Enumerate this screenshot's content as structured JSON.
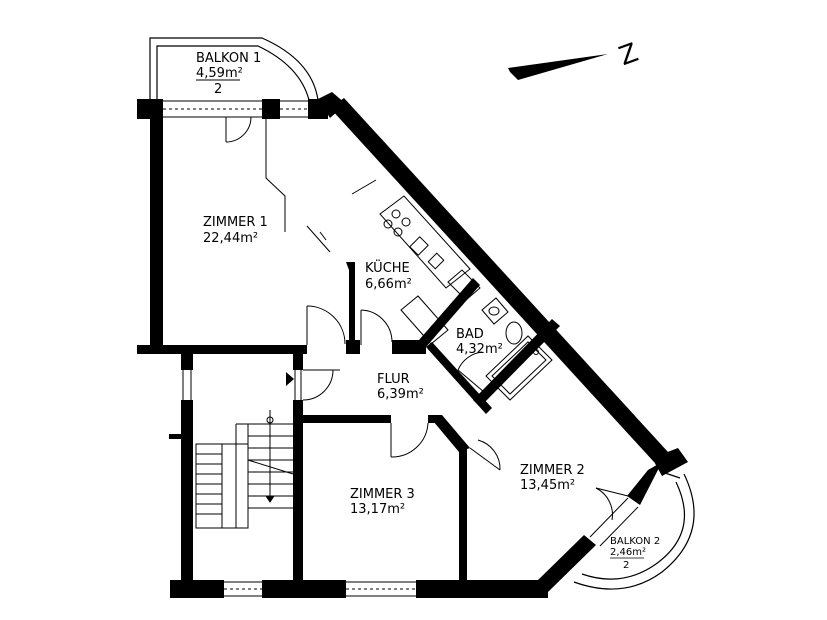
{
  "north_label": "Z",
  "rooms": {
    "balkon1": {
      "name": "BALKON 1",
      "area": "4,59m²",
      "level": "2"
    },
    "zimmer1": {
      "name": "ZIMMER 1",
      "area": "22,44m²"
    },
    "kueche": {
      "name": "KÜCHE",
      "area": "6,66m²"
    },
    "bad": {
      "name": "BAD",
      "area": "4,32m²"
    },
    "flur": {
      "name": "FLUR",
      "area": "6,39m²"
    },
    "zimmer2": {
      "name": "ZIMMER 2",
      "area": "13,45m²"
    },
    "zimmer3": {
      "name": "ZIMMER 3",
      "area": "13,17m²"
    },
    "balkon2": {
      "name": "BALKON 2",
      "area": "2,46m²",
      "level": "2"
    }
  }
}
